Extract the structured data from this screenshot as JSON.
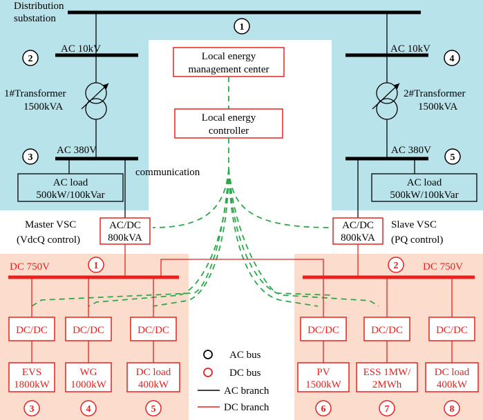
{
  "colors": {
    "ac_region": "#b9e3ea",
    "dc_region": "#fbdccd",
    "ac": "#000000",
    "dc": "#e8201e",
    "comm": "#2ba84a"
  },
  "top": {
    "title_line1": "Distribution",
    "title_line2": "substation",
    "bus_num": "1"
  },
  "left_ac": {
    "bus10_num": "2",
    "bus10_label": "AC 10kV",
    "transformer_line1": "1#Transformer",
    "transformer_line2": "1500kVA",
    "bus380_num": "3",
    "bus380_label": "AC 380V",
    "load_line1": "AC load",
    "load_line2": "500kW/100kVar"
  },
  "right_ac": {
    "bus10_num": "4",
    "bus10_label": "AC 10kV",
    "transformer_line1": "2#Transformer",
    "transformer_line2": "1500kVA",
    "bus380_num": "5",
    "bus380_label": "AC 380V",
    "load_line1": "AC load",
    "load_line2": "500kW/100kVar"
  },
  "center": {
    "mgmt_line1": "Local energy",
    "mgmt_line2": "management center",
    "ctrl_line1": "Local energy",
    "ctrl_line2": "controller",
    "communication": "communication"
  },
  "vsc_left": {
    "caption_line1": "Master VSC",
    "caption_line2": "(VdcQ control)",
    "box_line1": "AC/DC",
    "box_line2": "800kVA"
  },
  "vsc_right": {
    "caption_line1": "Slave VSC",
    "caption_line2": "(PQ control)",
    "box_line1": "AC/DC",
    "box_line2": "800kVA"
  },
  "dc_left": {
    "label": "DC 750V",
    "bus_num": "1",
    "converters": [
      "DC/DC",
      "DC/DC",
      "DC/DC"
    ],
    "devices": [
      {
        "line1": "EVS",
        "line2": "1800kW",
        "num": "3"
      },
      {
        "line1": "WG",
        "line2": "1000kW",
        "num": "4"
      },
      {
        "line1": "DC load",
        "line2": "400kW",
        "num": "5"
      }
    ]
  },
  "dc_right": {
    "label": "DC 750V",
    "bus_num": "2",
    "converters": [
      "DC/DC",
      "DC/DC",
      "DC/DC"
    ],
    "devices": [
      {
        "line1": "PV",
        "line2": "1500kW",
        "num": "6"
      },
      {
        "line1": "ESS 1MW/",
        "line2": "2MWh",
        "num": "7"
      },
      {
        "line1": "DC load",
        "line2": "400kW",
        "num": "8"
      }
    ]
  },
  "legend": {
    "ac_bus": "AC bus",
    "dc_bus": "DC bus",
    "ac_branch": "AC branch",
    "dc_branch": "DC branch"
  }
}
